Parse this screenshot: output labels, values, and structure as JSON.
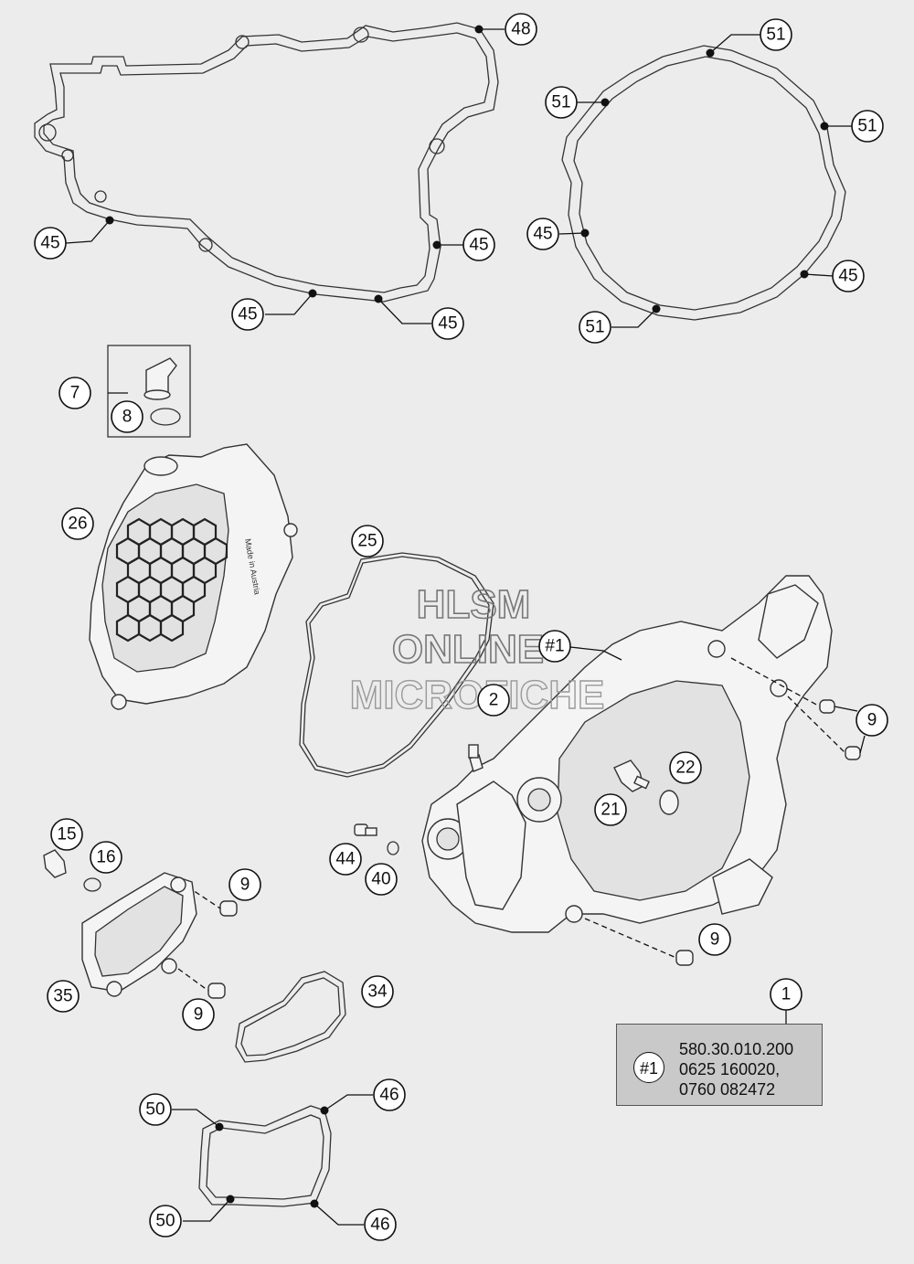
{
  "watermark": {
    "line1": "HLSM",
    "line2": "ONLINE",
    "line3": "MICROFICHE"
  },
  "callouts": {
    "c48": "48",
    "c51a": "51",
    "c51b": "51",
    "c51c": "51",
    "c51d": "51",
    "c45a": "45",
    "c45b": "45",
    "c45c": "45",
    "c45d": "45",
    "c45e": "45",
    "c45f": "45",
    "c7": "7",
    "c8": "8",
    "c26": "26",
    "c25": "25",
    "c1ref": "#1",
    "c2": "2",
    "c9a": "9",
    "c22": "22",
    "c21": "21",
    "c15": "15",
    "c16": "16",
    "c9b": "9",
    "c44": "44",
    "c40": "40",
    "c9c": "9",
    "c35": "35",
    "c9d": "9",
    "c34": "34",
    "c1": "1",
    "c50a": "50",
    "c46a": "46",
    "c50b": "50",
    "c46b": "46"
  },
  "note": {
    "ref": "#1",
    "lines": [
      "580.30.010.200",
      "0625 160020,",
      "0760 082472"
    ]
  },
  "cover_text": {
    "made_in": "Made in Austria"
  }
}
